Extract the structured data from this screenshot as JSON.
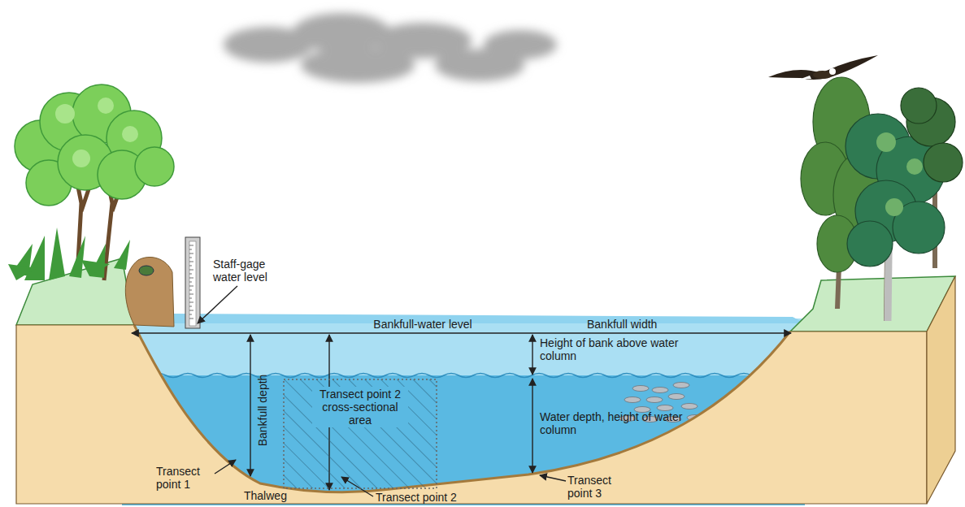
{
  "diagram": {
    "nodes": [
      {
        "text": [
          "Transect point 2 cross-sectional area"
        ]
      }
    ],
    "labels": [
      "Staff-gage water level",
      "Bankfull-water level",
      "Bankfull width",
      "Height of bank above water column",
      "Water depth, height of water column",
      "Bankfull depth",
      "Transect point 1",
      "Transect point 2",
      "Transect point 3",
      "Thalweg"
    ]
  }
}
